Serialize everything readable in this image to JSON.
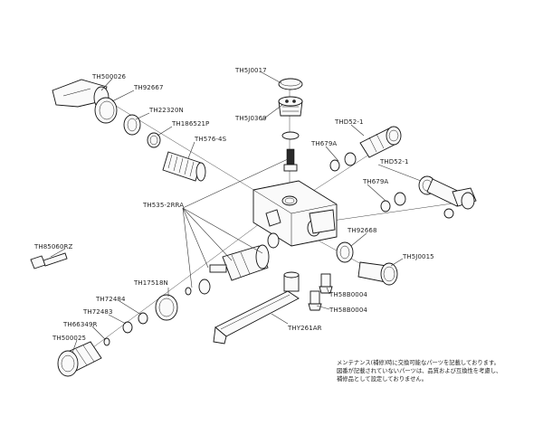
{
  "labels": {
    "th500026": "TH500026",
    "th92667": "TH92667",
    "th22320n": "TH22320N",
    "th186521p": "TH186521P",
    "th576_4s": "TH576-4S",
    "th5j0017": "TH5J0017",
    "th5j0369": "TH5J0369",
    "thd52_1_top": "THD52-1",
    "th679a_top": "TH679A",
    "thd52_1_mid": "THD52-1",
    "th679a_mid": "TH679A",
    "th535_2rra": "TH535-2RRA",
    "th92668": "TH92668",
    "th5j0015": "TH5J0015",
    "th85060rz": "TH85060RZ",
    "th17518n": "TH17518N",
    "th58b0004_a": "TH58B0004",
    "th58b0004_b": "TH58B0004",
    "th72484": "TH72484",
    "th72483": "TH72483",
    "th66349r": "TH66349R",
    "thy261ar": "THY261AR",
    "th500025": "TH500025"
  },
  "note": {
    "line1": "メンテナンス(補修)時に交換可能なパーツを記載しております。",
    "line2": "図番が記載されていないパーツは、品質および互換性を考慮し、",
    "line3": "補修品として設定しておりません。"
  }
}
